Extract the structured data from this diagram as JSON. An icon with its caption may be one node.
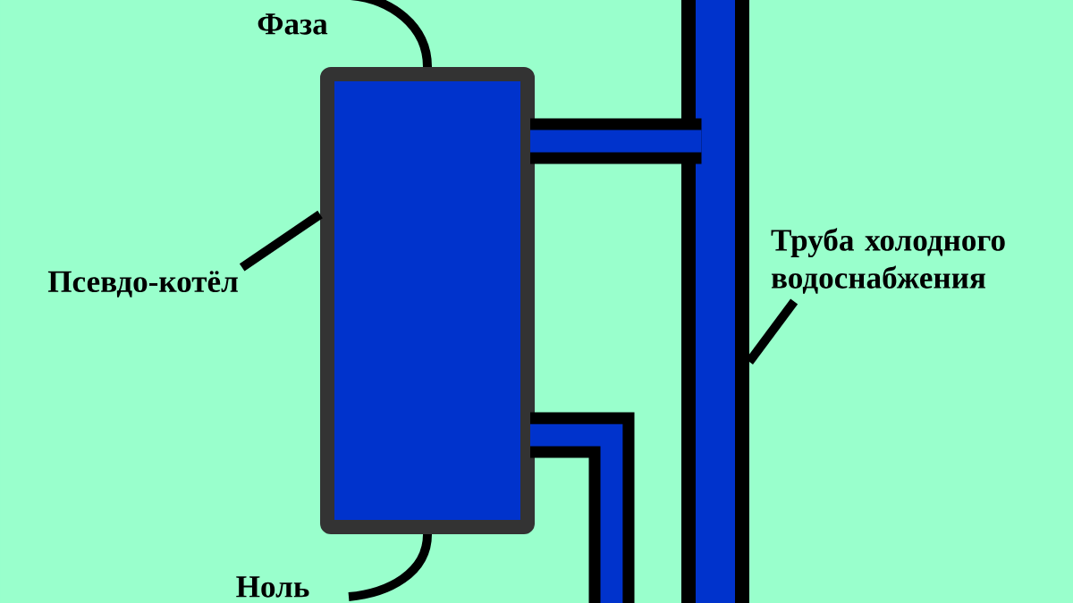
{
  "diagram": {
    "nodes": [
      {
        "text": [
          "Псевдо-котёл"
        ]
      },
      {
        "text": [],
        "shape": "box"
      },
      {
        "text": [
          "Труба холодного водоснабжения"
        ]
      },
      {
        "text": [],
        "shape": "bar"
      }
    ],
    "edges": [
      {
        "from": 0,
        "to": 1,
        "arrow": "none"
      },
      {
        "from": 2,
        "to": 3,
        "arrow": "none"
      },
      {
        "from": null,
        "to": 1,
        "arrow": "none",
        "label": "Фаза"
      },
      {
        "from": null,
        "to": 1,
        "arrow": "none",
        "label": "Ноль"
      },
      {
        "from": 1,
        "to": 3,
        "arrow": "none",
        "style": "thick"
      },
      {
        "from": 1,
        "to": null,
        "arrow": "none",
        "style": "thick"
      }
    ]
  }
}
